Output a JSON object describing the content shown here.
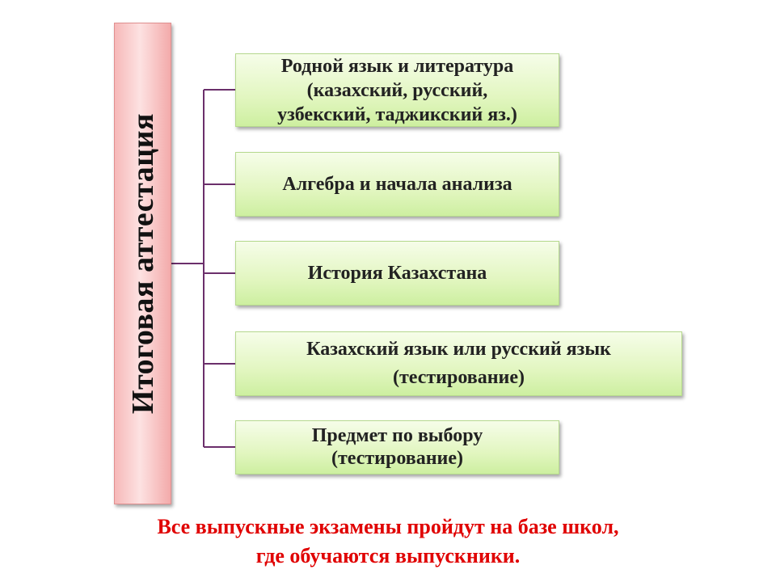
{
  "diagram": {
    "root": {
      "label": "Итоговая аттестация"
    },
    "children": [
      {
        "label": "Родной язык и литература\n(казахский, русский,\nузбекский, таджикский яз.)"
      },
      {
        "label": "Алгебра и начала анализа"
      },
      {
        "label": "История Казахстана"
      },
      {
        "label": "Казахский язык или русский язык\n(тестирование)"
      },
      {
        "label": "Предмет по выбору\n(тестирование)"
      }
    ],
    "colors": {
      "root_fill": "#f6b8b8",
      "node_fill": "#e2f6c0",
      "connector": "#6b2f6b",
      "footer_text": "#e00000"
    }
  },
  "footer": {
    "line1": "Все выпускные экзамены пройдут на базе школ,",
    "line2": "где обучаются выпускники."
  }
}
